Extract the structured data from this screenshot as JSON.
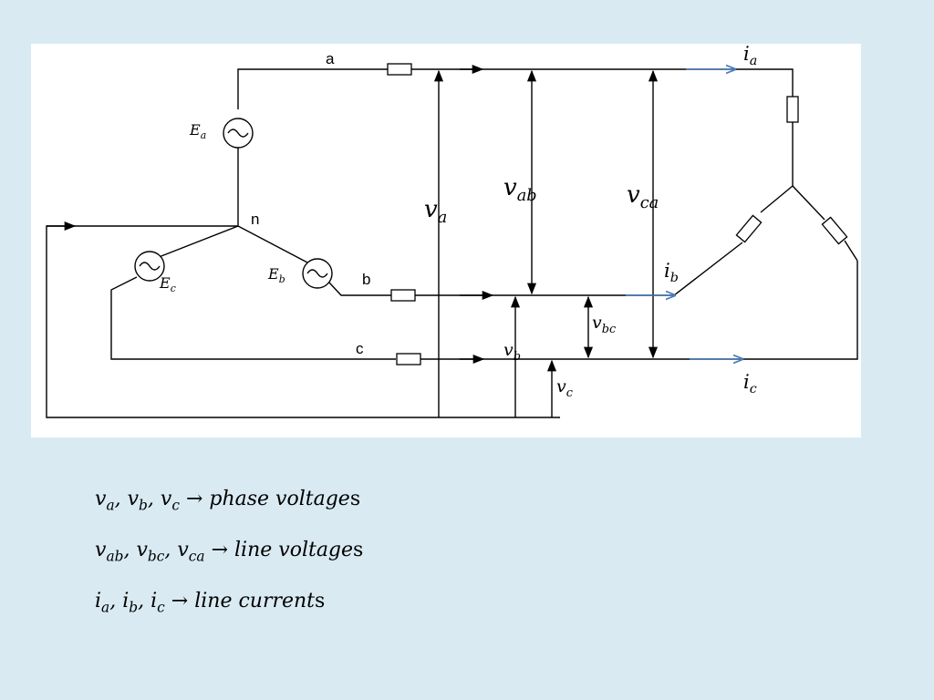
{
  "diagram": {
    "nodes": {
      "a": "a",
      "b": "b",
      "c": "c",
      "n": "n"
    },
    "sources": {
      "Ea": {
        "main": "E",
        "sub": "a"
      },
      "Eb": {
        "main": "E",
        "sub": "b"
      },
      "Ec": {
        "main": "E",
        "sub": "c"
      }
    },
    "voltages": {
      "va": {
        "main": "v",
        "sub": "a"
      },
      "vb": {
        "main": "v",
        "sub": "b"
      },
      "vc": {
        "main": "v",
        "sub": "c"
      },
      "vab": {
        "main": "v",
        "sub": "ab"
      },
      "vbc": {
        "main": "v",
        "sub": "bc"
      },
      "vca": {
        "main": "v",
        "sub": "ca"
      }
    },
    "currents": {
      "ia": {
        "main": "i",
        "sub": "a"
      },
      "ib": {
        "main": "i",
        "sub": "b"
      },
      "ic": {
        "main": "i",
        "sub": "c"
      }
    }
  },
  "legend": [
    {
      "math": "v_a, v_b, v_c → phase voltage",
      "tail": "s"
    },
    {
      "math": "v_ab, v_bc, v_ca → line voltage",
      "tail": "s"
    },
    {
      "math": "i_a, i_b, i_c → line current",
      "tail": "s"
    }
  ],
  "colors": {
    "background": "#d9eaf3",
    "panel": "#ffffff",
    "wire": "#000000",
    "current_arrow": "#4a7bb7"
  },
  "icons": {
    "source": "ac-source-icon",
    "resistor": "resistor-icon"
  }
}
